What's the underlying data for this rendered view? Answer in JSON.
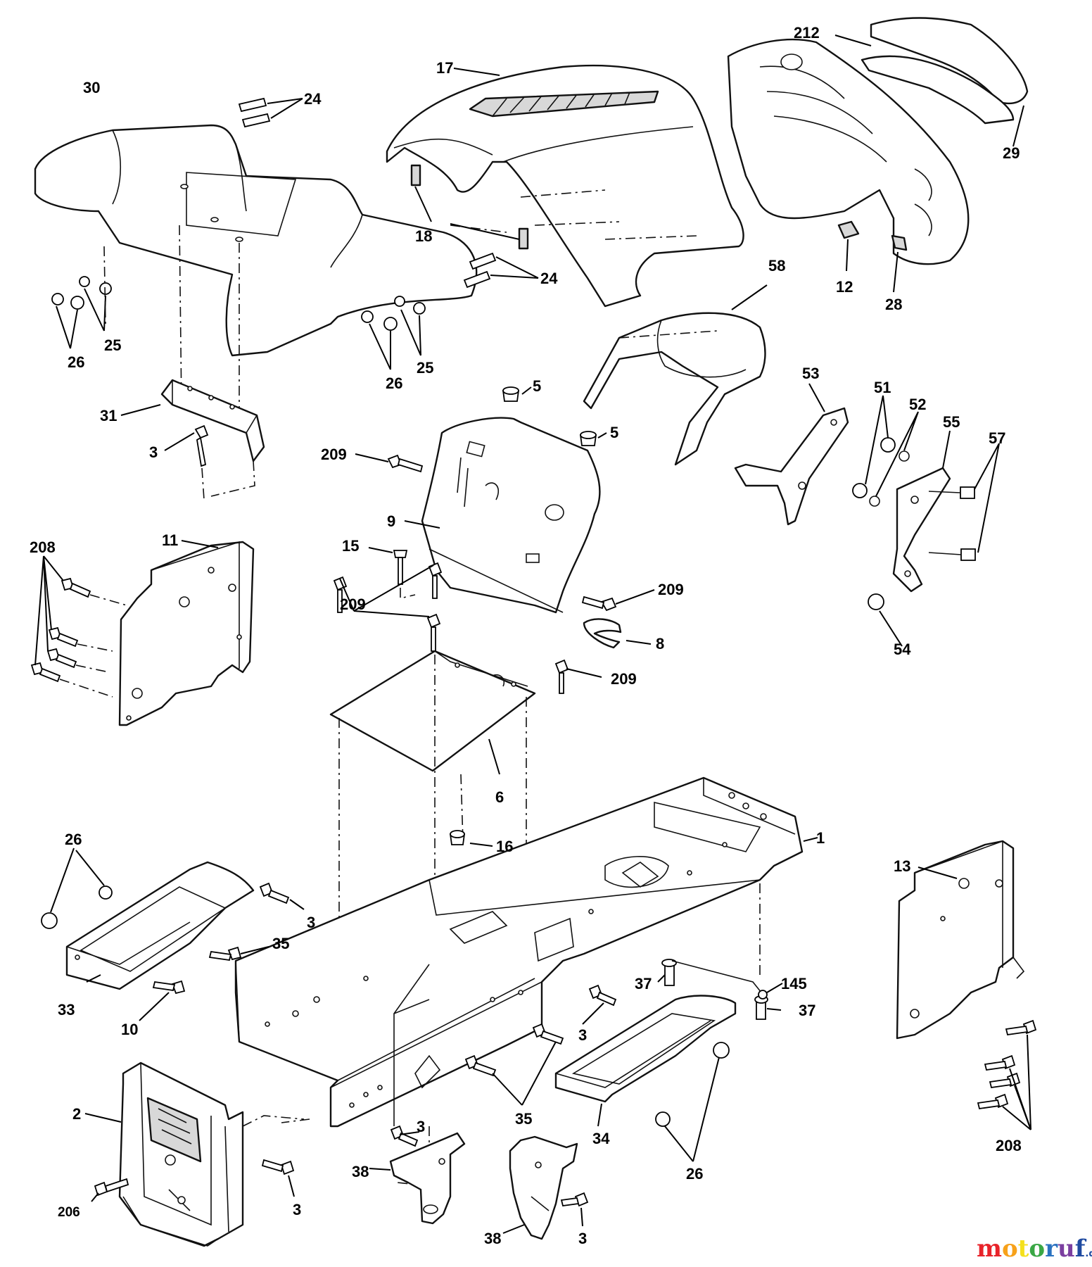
{
  "labels": {
    "l30": "30",
    "l24a": "24",
    "l17": "17",
    "l212": "212",
    "l29": "29",
    "l18": "18",
    "l24b": "24",
    "l12": "12",
    "l28": "28",
    "l58": "58",
    "l25a": "25",
    "l26a": "26",
    "l25b": "25",
    "l26b": "26",
    "l5a": "5",
    "l5b": "5",
    "l31": "31",
    "l3a": "3",
    "l209a": "209",
    "l53": "53",
    "l51": "51",
    "l52": "52",
    "l55": "55",
    "l57": "57",
    "l9": "9",
    "l15": "15",
    "l209b": "209",
    "l11": "11",
    "l208a": "208",
    "l209c": "209",
    "l8": "8",
    "l209d": "209",
    "l54": "54",
    "l6": "6",
    "l16": "16",
    "l1": "1",
    "l26c": "26",
    "l3b": "3",
    "l35a": "35",
    "l33": "33",
    "l10": "10",
    "l13": "13",
    "l37a": "37",
    "l145": "145",
    "l37b": "37",
    "l3c": "3",
    "l35b": "35",
    "l2": "2",
    "l34": "34",
    "l208b": "208",
    "l3d": "3",
    "l38a": "38",
    "l26d": "26",
    "l206": "206",
    "l3e": "3",
    "l38b": "38",
    "l3f": "3"
  },
  "watermark": {
    "brand": "motoruf",
    "suffix": ".de",
    "colors": [
      "#e8232a",
      "#f7a11a",
      "#f4e01c",
      "#3aa745",
      "#2a72c0",
      "#7b3fa0",
      "#1f4aa0"
    ]
  }
}
